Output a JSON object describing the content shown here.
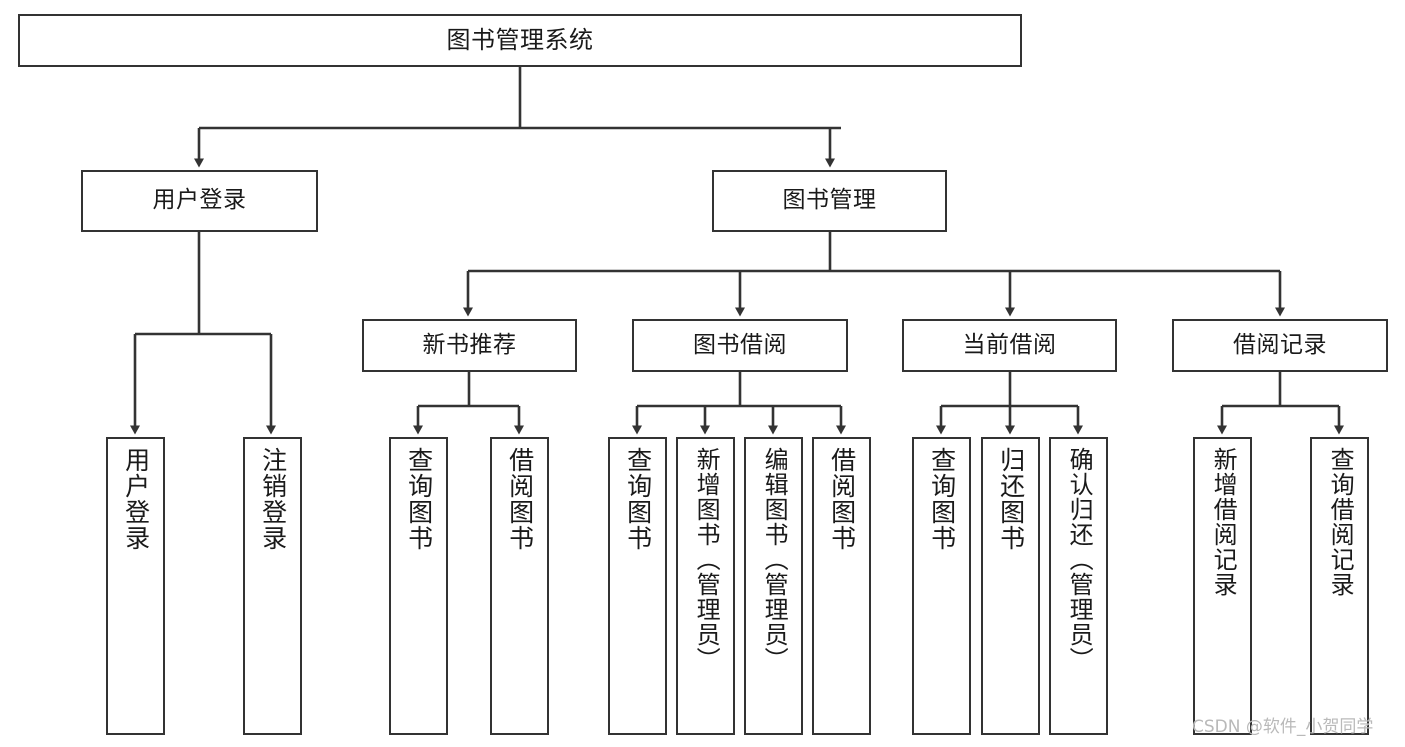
{
  "diagram": {
    "title": "图书管理系统",
    "type": "hierarchy-tree",
    "colors": {
      "box_border": "#333333",
      "box_fill": "#ffffff",
      "connector": "#333333",
      "text": "#1a1a1a",
      "watermark": "#b9b9b9",
      "background": "#ffffff"
    },
    "root": {
      "label": "图书管理系统"
    },
    "level1": [
      {
        "label": "用户登录"
      },
      {
        "label": "图书管理"
      }
    ],
    "level2": [
      {
        "label": "新书推荐"
      },
      {
        "label": "图书借阅"
      },
      {
        "label": "当前借阅"
      },
      {
        "label": "借阅记录"
      }
    ],
    "leaves": {
      "user_login": [
        {
          "label": "用户登录"
        },
        {
          "label": "注销登录"
        }
      ],
      "new_book_recommend": [
        {
          "label": "查询图书"
        },
        {
          "label": "借阅图书"
        }
      ],
      "book_borrow": [
        {
          "label": "查询图书"
        },
        {
          "label": "新增图书（管理员）"
        },
        {
          "label": "编辑图书（管理员）"
        },
        {
          "label": "借阅图书"
        }
      ],
      "current_borrow": [
        {
          "label": "查询图书"
        },
        {
          "label": "归还图书"
        },
        {
          "label": "确认归还（管理员）"
        }
      ],
      "borrow_record": [
        {
          "label": "新增借阅记录"
        },
        {
          "label": "查询借阅记录"
        }
      ]
    }
  },
  "watermark": {
    "text": "CSDN @软件_小贺同学"
  }
}
